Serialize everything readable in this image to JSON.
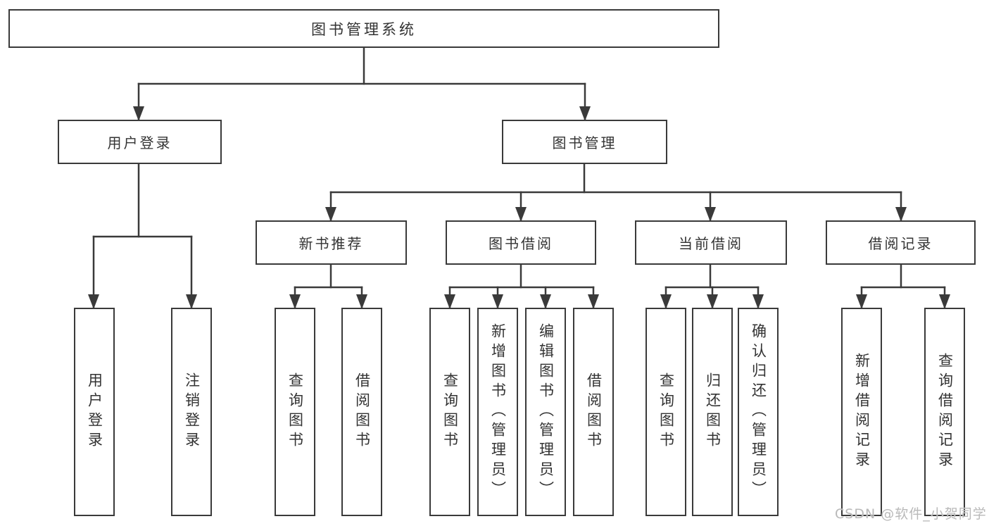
{
  "colors": {
    "line": "#3a3a3a",
    "text": "#333333",
    "box_background": "#ffffff",
    "watermark": "#b9b9b9"
  },
  "nodes": {
    "root": "图书管理系统",
    "branches": [
      {
        "label": "用户登录"
      },
      {
        "label": "图书管理"
      }
    ],
    "modules": [
      {
        "label": "新书推荐",
        "parent": "图书管理"
      },
      {
        "label": "图书借阅",
        "parent": "图书管理"
      },
      {
        "label": "当前借阅",
        "parent": "图书管理"
      },
      {
        "label": "借阅记录",
        "parent": "图书管理"
      }
    ],
    "leaves": [
      {
        "label": "用户登录",
        "parent": "用户登录"
      },
      {
        "label": "注销登录",
        "parent": "用户登录"
      },
      {
        "label": "查询图书",
        "parent": "新书推荐"
      },
      {
        "label": "借阅图书",
        "parent": "新书推荐"
      },
      {
        "label": "查询图书",
        "parent": "图书借阅"
      },
      {
        "label": "新增图书（管理员）",
        "parent": "图书借阅"
      },
      {
        "label": "编辑图书（管理员）",
        "parent": "图书借阅"
      },
      {
        "label": "借阅图书",
        "parent": "图书借阅"
      },
      {
        "label": "查询图书",
        "parent": "当前借阅"
      },
      {
        "label": "归还图书",
        "parent": "当前借阅"
      },
      {
        "label": "确认归还（管理员）",
        "parent": "当前借阅"
      },
      {
        "label": "新增借阅记录",
        "parent": "借阅记录"
      },
      {
        "label": "查询借阅记录",
        "parent": "借阅记录"
      }
    ]
  },
  "watermark": "CSDN @软件_小贺同学"
}
